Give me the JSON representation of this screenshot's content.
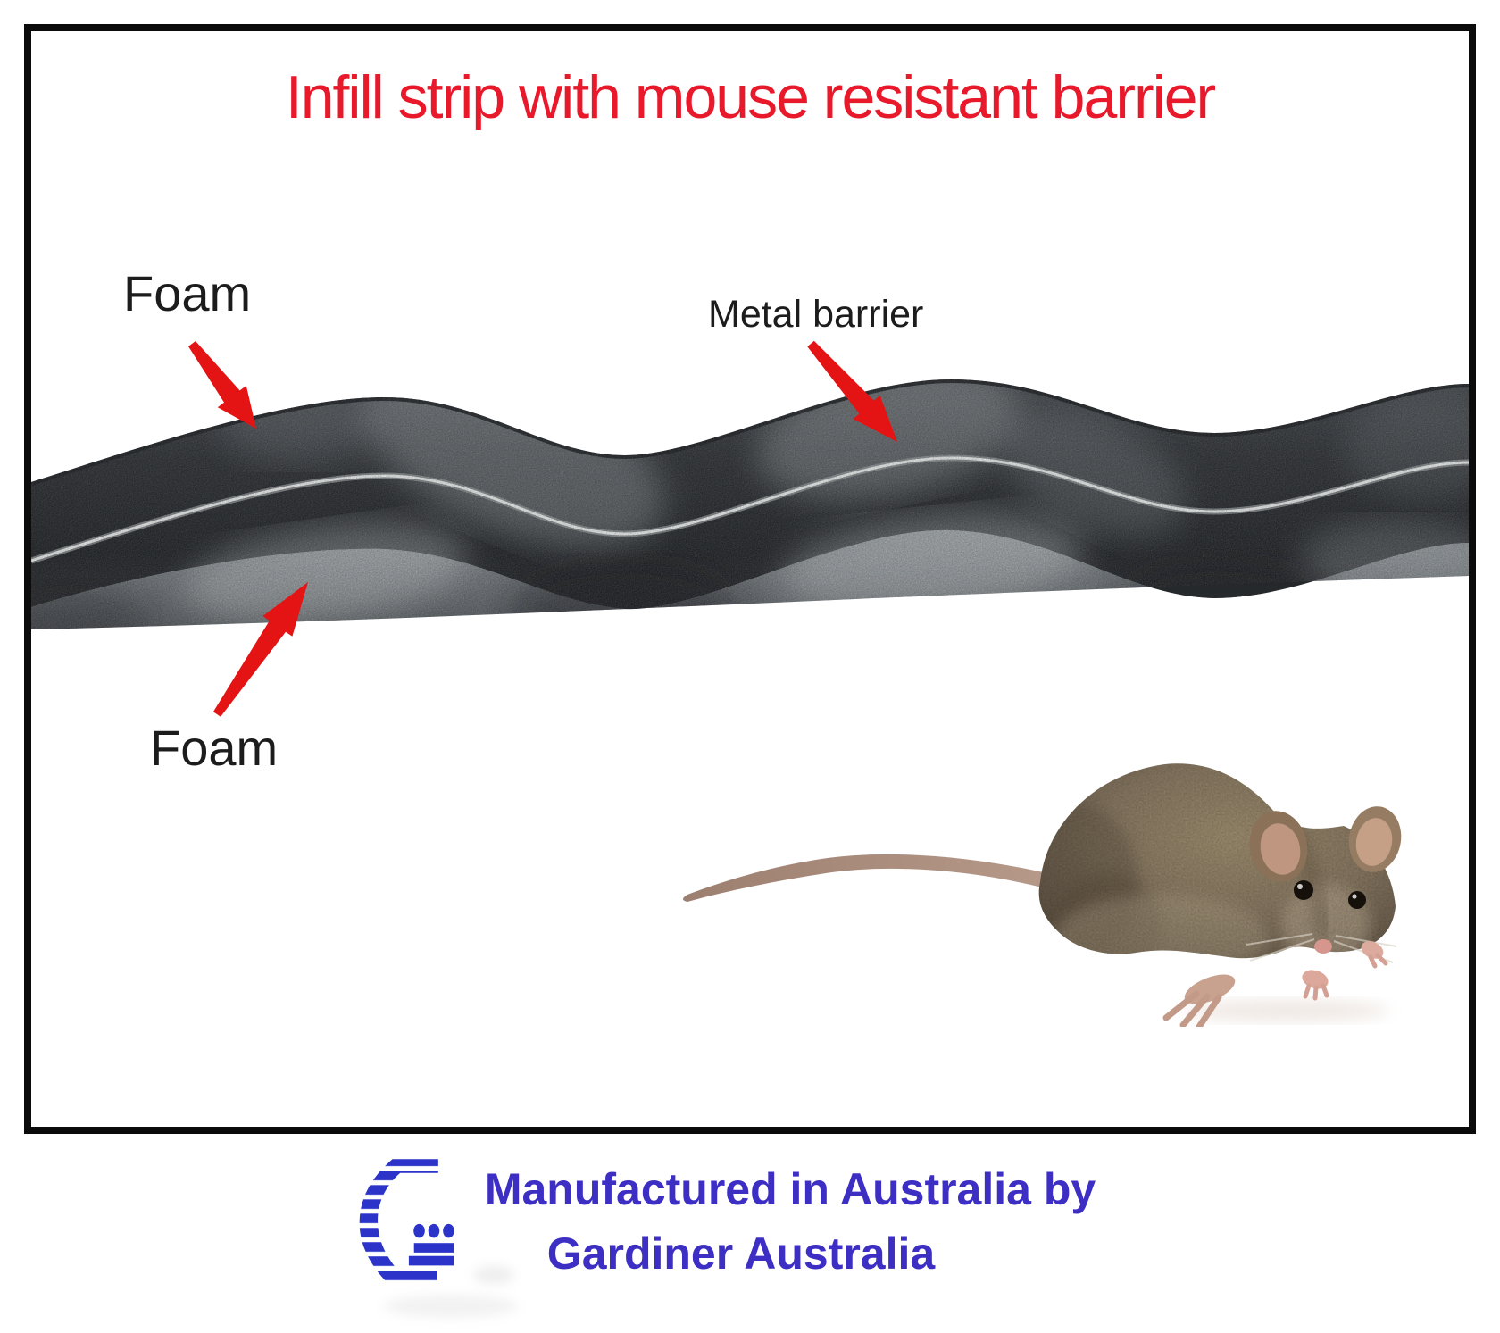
{
  "title": "Infill strip with mouse resistant barrier",
  "diagram": {
    "labels": {
      "foam_top": "Foam",
      "metal_barrier": "Metal barrier",
      "foam_bottom": "Foam"
    }
  },
  "footer": {
    "line1": "Manufactured in Australia by",
    "line2": "Gardiner Australia"
  },
  "colors": {
    "title_red": "#e8192b",
    "arrow_red": "#e41414",
    "label_text": "#1c1c1c",
    "footer_blue": "#3d2ec4",
    "logo_blue": "#2b33c9",
    "frame_border": "#0b0b0b",
    "background": "#ffffff"
  },
  "icons": {
    "gardiner_logo": "striped-g-logo",
    "foam_strip": "foam-strip-cross-section-photo",
    "mouse": "house-mouse-photo"
  }
}
